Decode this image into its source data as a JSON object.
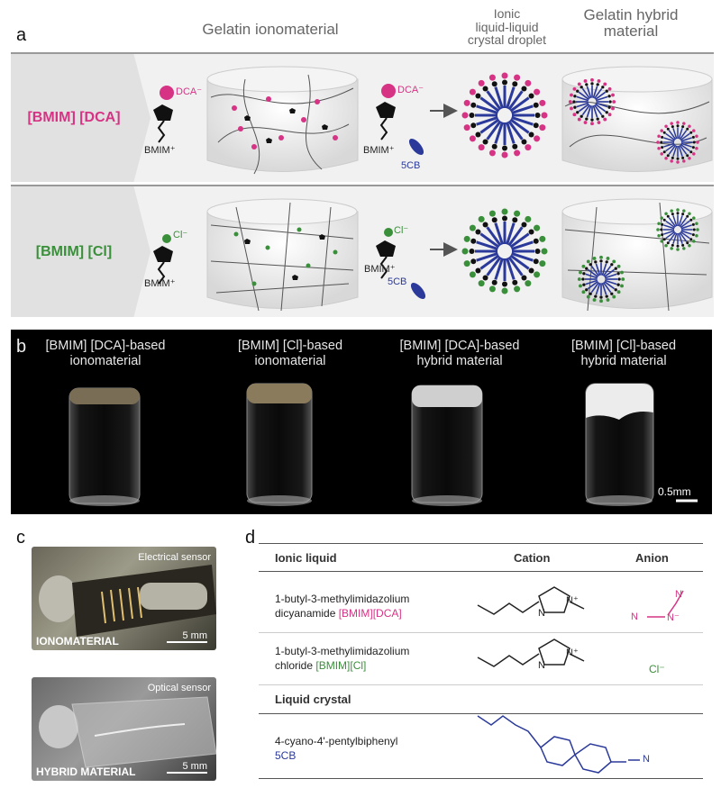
{
  "panel_a": {
    "label": "a",
    "headers": {
      "ionomaterial": "Gelatin ionomaterial",
      "droplet": "Ionic\nliquid-liquid\ncrystal droplet",
      "hybrid": "Gelatin hybrid\nmaterial"
    },
    "rows": [
      {
        "name": "[BMIM] [DCA]",
        "color": "#d63384",
        "anion": "DCA⁻",
        "cation": "BMIM⁺",
        "lc": "5CB"
      },
      {
        "name": "[BMIM] [Cl]",
        "color": "#3a8f3a",
        "anion": "Cl⁻",
        "cation": "BMIM⁺",
        "lc": "5CB"
      }
    ]
  },
  "panel_b": {
    "label": "b",
    "vials": [
      {
        "label": "[BMIM] [DCA]-based\nionomaterial"
      },
      {
        "label": "[BMIM] [Cl]-based\nionomaterial"
      },
      {
        "label": "[BMIM] [DCA]-based\nhybrid material"
      },
      {
        "label": "[BMIM] [Cl]-based\nhybrid material"
      }
    ],
    "scale": "0.5mm"
  },
  "panel_c": {
    "label": "c",
    "photos": [
      {
        "caption": "Electrical sensor",
        "title": "IONOMATERIAL",
        "scale": "5 mm"
      },
      {
        "caption": "Optical sensor",
        "title": "HYBRID MATERIAL",
        "scale": "5 mm"
      }
    ]
  },
  "panel_d": {
    "label": "d",
    "columns": [
      "Ionic liquid",
      "Cation",
      "Anion"
    ],
    "rows": [
      {
        "name": "1-butyl-3-methylimidazolium\ndicyanamide",
        "abbr": "[BMIM][DCA]",
        "abbr_color": "#d63384",
        "anion": ""
      },
      {
        "name": "1-butyl-3-methylimidazolium\nchloride",
        "abbr": "[BMIM][Cl]",
        "abbr_color": "#3a8f3a",
        "anion": "Cl⁻"
      }
    ],
    "section2": "Liquid crystal",
    "lc_row": {
      "name": "4-cyano-4'-pentylbiphenyl",
      "abbr": "5CB",
      "abbr_color": "#2b3a9a"
    },
    "atoms": {
      "n": "N",
      "nplus": "N⁺",
      "nminus": "N⁻"
    }
  }
}
